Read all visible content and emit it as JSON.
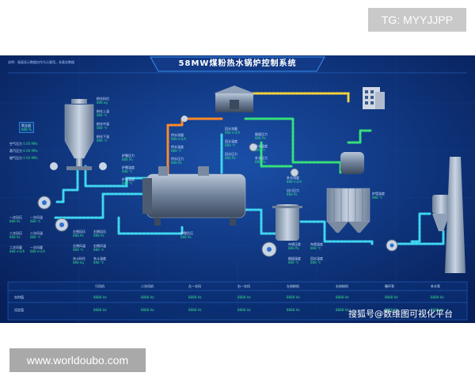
{
  "watermark_top": "TG: MYYJJPP",
  "watermark_bottom": "www.worldoubo.com",
  "screen": {
    "title": "58MW煤粉热水锅炉控制系统",
    "note": "说明：画面显示数据仅作为示意用，非真实数据",
    "sohu": "搜狐号@数维图可视化平台"
  },
  "tags": {
    "silo_level": {
      "label": "粉仓料位",
      "value": "888 kg"
    },
    "powder_up": {
      "label": "粉仓上温",
      "value": "888 ℃"
    },
    "powder_mid": {
      "label": "粉仓中温",
      "value": "888 ℃"
    },
    "powder_down": {
      "label": "粉仓下温",
      "value": "888 ℃"
    },
    "oxygen": {
      "label": "氧含量",
      "value": "888 %"
    },
    "air_pressure": {
      "label": "空气压力",
      "value": "0.00 MPa"
    },
    "steam_pressure": {
      "label": "蒸汽压力",
      "value": "0.00 MPa"
    },
    "gas_pressure": {
      "label": "燃气压力",
      "value": "0.00 MPa"
    },
    "furnace_pressure": {
      "label": "炉膛压力",
      "value": "888 Pa"
    },
    "furnace_temp": {
      "label": "炉膛温度",
      "value": "888 ℃"
    },
    "furnace_temp2": {
      "label": "炉内温度",
      "value": "888 ℃"
    },
    "supply_flow": {
      "label": "供水流量",
      "value": "888 m3/h"
    },
    "supply_temp": {
      "label": "供水温度",
      "value": "888 ℃"
    },
    "supply_pressure": {
      "label": "供水压力",
      "value": "888 Pa"
    },
    "return_flow": {
      "label": "回水流量",
      "value": "888 m3/h"
    },
    "return_temp": {
      "label": "回水温度",
      "value": "888 ℃"
    },
    "return_pressure": {
      "label": "回水压力",
      "value": "888 Pa"
    },
    "makeup_flow": {
      "label": "补水流量",
      "value": "888 m3/h"
    },
    "makeup_temp": {
      "label": "补水温度",
      "value": "888 ℃"
    },
    "makeup_pressure": {
      "label": "补水压力",
      "value": "888 Pa"
    },
    "fan1_pressure": {
      "label": "一次风压",
      "value": "888 Pa"
    },
    "fan1_temp": {
      "label": "一次风温",
      "value": "888 ℃"
    },
    "fan2_pressure": {
      "label": "二次风压",
      "value": "888 Pa"
    },
    "fan2_temp": {
      "label": "二次风温",
      "value": "888 ℃"
    },
    "fan2_flow": {
      "label": "二次风量",
      "value": "888 m3/h"
    },
    "fan1_flow": {
      "label": "一次风量",
      "value": "888 m3/h"
    },
    "left_air_pressure": {
      "label": "左侧风压",
      "value": "888 Pa"
    },
    "left_air_temp": {
      "label": "左侧风温",
      "value": "888 ℃"
    },
    "right_air_pressure": {
      "label": "右侧风压",
      "value": "888 Pa"
    },
    "right_air_temp": {
      "label": "右侧风温",
      "value": "888 ℃"
    },
    "flue_pressure": {
      "label": "烟道压力",
      "value": "888 Pa"
    },
    "flue_temp": {
      "label": "烟道温度",
      "value": "888 ℃"
    },
    "bag_pressure": {
      "label": "布袋压差",
      "value": "888 Pa"
    },
    "bag_temp": {
      "label": "布袋温度",
      "value": "888 ℃"
    },
    "ash_level": {
      "label": "灰斗料位",
      "value": "888 kg"
    },
    "ash_temp": {
      "label": "灰斗温度",
      "value": "888 ℃"
    },
    "exit_pressure": {
      "label": "出口压力",
      "value": "888 Pa"
    },
    "furnace_wall": {
      "label": "炉膛负压",
      "value": "888 Pa"
    },
    "guide_temp": {
      "label": "炉墙温度",
      "value": "888 ℃"
    }
  },
  "table": {
    "headers": [
      "引风机",
      "二次风机",
      "左一次风",
      "右一次风",
      "左给粉机",
      "右给粉机",
      "循环泵",
      "补水泵"
    ],
    "rows": [
      {
        "label": "实时值",
        "values": [
          "8888 Hz",
          "8888 Hz",
          "8888 Hz",
          "8888 Hz",
          "8888 Hz",
          "8888 Hz",
          "8888 Hz",
          "8888 Hz"
        ]
      },
      {
        "label": "设定值",
        "values": [
          "8888 Hz",
          "8888 Hz",
          "8888 Hz",
          "8888 Hz",
          "8888 Hz",
          "8888 Hz",
          "8888 Hz",
          "8888 Hz"
        ]
      }
    ]
  },
  "colors": {
    "bg": "#0a2a6b",
    "pipe_green": "#36e07a",
    "pipe_cyan": "#3fd7f0",
    "pipe_orange": "#ff8a2a",
    "pipe_yellow": "#f5d33a",
    "value": "#39d98a"
  }
}
